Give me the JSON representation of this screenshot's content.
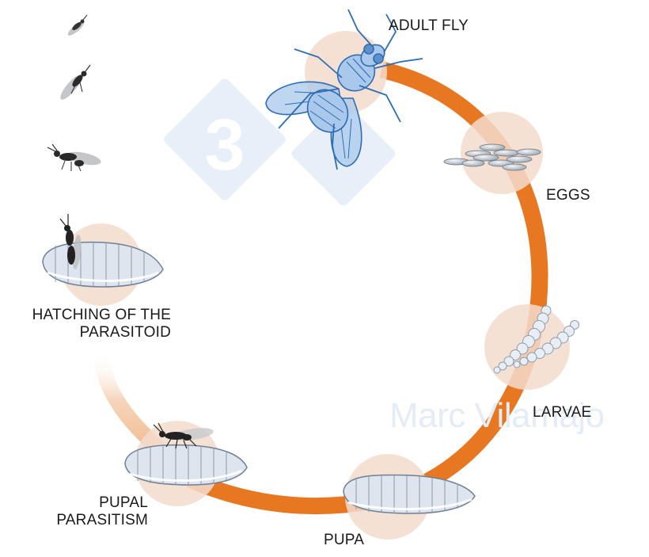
{
  "labels": {
    "adult_fly": "ADULT FLY",
    "eggs": "EGGS",
    "larvae": "LARVAE",
    "pupa": "PUPA",
    "pupal_parasitism": [
      "PUPAL",
      "PARASITISM"
    ],
    "hatching": [
      "HATCHING OF THE",
      "PARASITOID"
    ]
  },
  "watermark": {
    "logo_digit": "3",
    "text": "Marc Vilamajo"
  },
  "colors": {
    "cycle_ring": "#e87722",
    "stage_halo": "#f3dccd",
    "fly_blue": "#2f6db3",
    "fly_fill": "#a9c8ec",
    "pupa_fill": "#dfe5ee",
    "watermark": "#e6eef8"
  }
}
